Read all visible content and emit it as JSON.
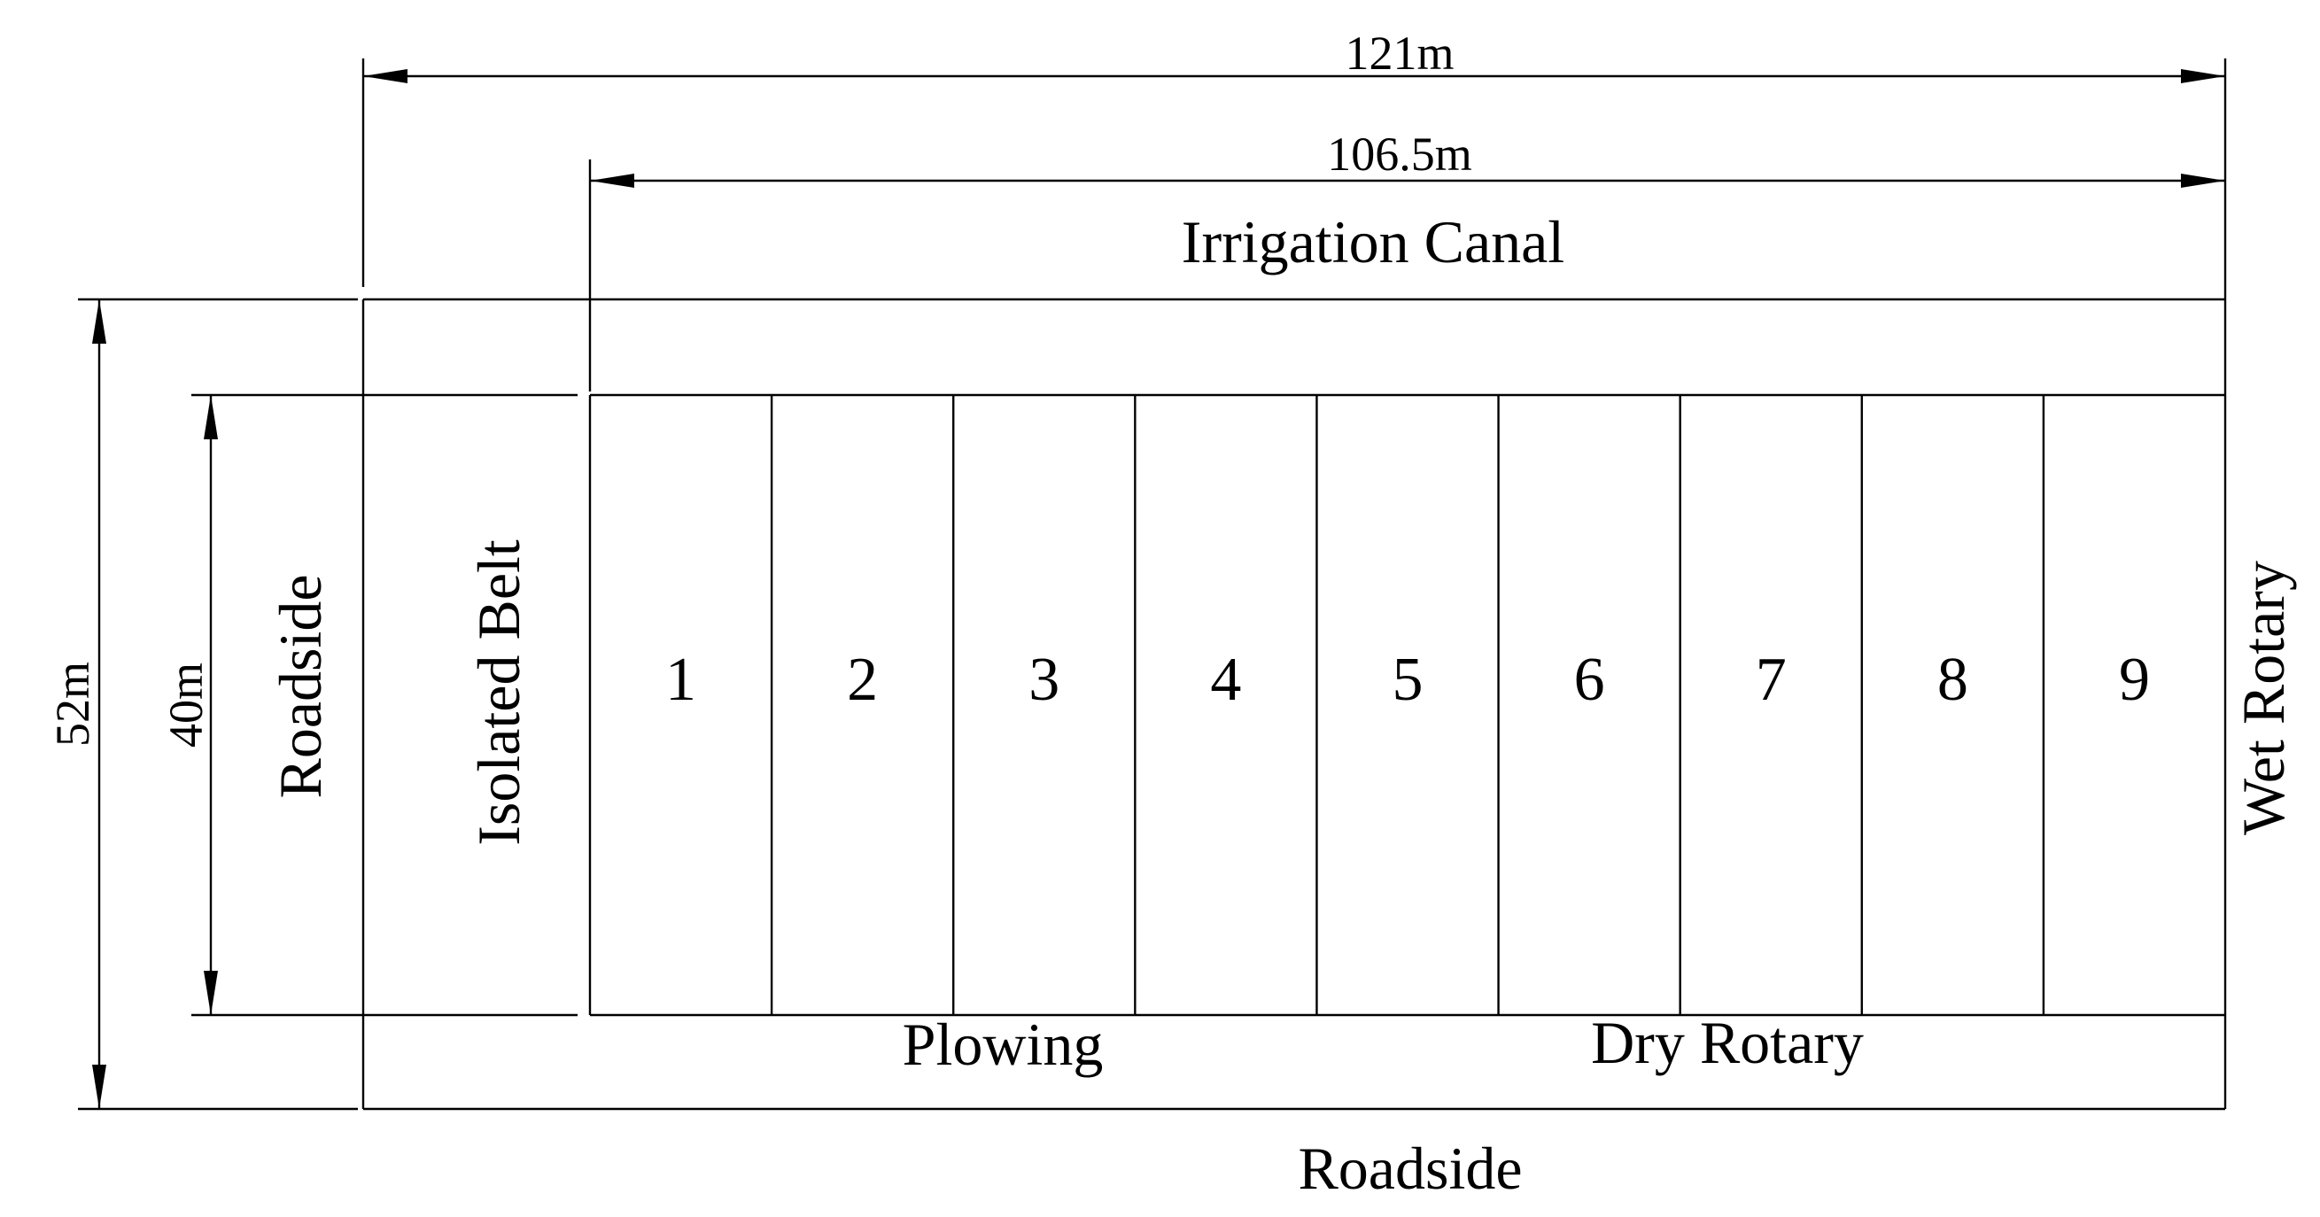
{
  "dimensions": {
    "total_width": "121m",
    "inner_width": "106.5m",
    "total_height": "52m",
    "inner_height": "40m"
  },
  "labels": {
    "irrigation_canal": "Irrigation Canal",
    "roadside_left": "Roadside",
    "roadside_bottom": "Roadside",
    "isolated_belt": "Isolated Belt",
    "wet_rotary": "Wet Rotary",
    "plowing": "Plowing",
    "dry_rotary": "Dry Rotary"
  },
  "plots": [
    "1",
    "2",
    "3",
    "4",
    "5",
    "6",
    "7",
    "8",
    "9"
  ]
}
